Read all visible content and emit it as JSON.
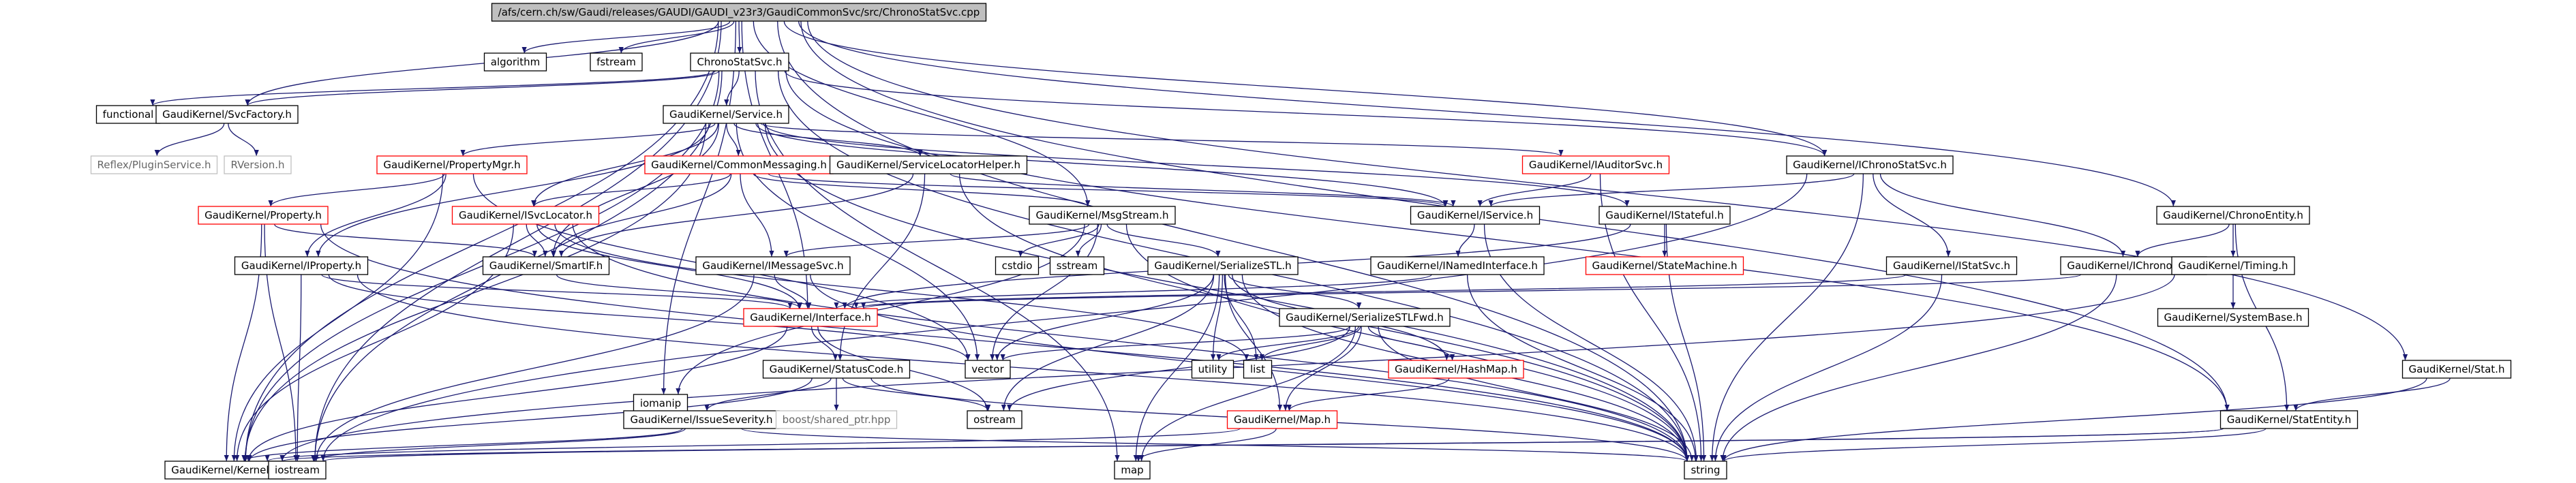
{
  "colors": {
    "background": "#ffffff",
    "edge": "#191970",
    "node_border": "#000000",
    "missing_node_border": "#bfbfbf",
    "red_link_border": "#ff0000",
    "root_fill": "#bfbfbf",
    "text": "#000000",
    "missing_text": "#666666"
  },
  "nodes": [
    {
      "id": "root",
      "label": "/afs/cern.ch/sw/Gaudi/releases/GAUDI/GAUDI_v23r3/GaudiCommonSvc/src/ChronoStatSvc.cpp",
      "style": "root"
    },
    {
      "id": "algorithm",
      "label": "algorithm",
      "style": "black"
    },
    {
      "id": "fstream",
      "label": "fstream",
      "style": "black"
    },
    {
      "id": "iomanip",
      "label": "iomanip",
      "style": "black"
    },
    {
      "id": "chronostatsvc_h",
      "label": "ChronoStatSvc.h",
      "style": "black"
    },
    {
      "id": "functional",
      "label": "functional",
      "style": "black"
    },
    {
      "id": "svcfactory",
      "label": "GaudiKernel/SvcFactory.h",
      "style": "black"
    },
    {
      "id": "reflex",
      "label": "Reflex/PluginService.h",
      "style": "missing"
    },
    {
      "id": "rversion",
      "label": "RVersion.h",
      "style": "missing"
    },
    {
      "id": "service_h",
      "label": "GaudiKernel/Service.h",
      "style": "black"
    },
    {
      "id": "propertymgr",
      "label": "GaudiKernel/PropertyMgr.h",
      "style": "red"
    },
    {
      "id": "commonmessaging",
      "label": "GaudiKernel/CommonMessaging.h",
      "style": "red"
    },
    {
      "id": "servicelocatorhelper",
      "label": "GaudiKernel/ServiceLocatorHelper.h",
      "style": "black"
    },
    {
      "id": "iauditorsvc",
      "label": "GaudiKernel/IAuditorSvc.h",
      "style": "red"
    },
    {
      "id": "ichronostatsvc",
      "label": "GaudiKernel/IChronoStatSvc.h",
      "style": "black"
    },
    {
      "id": "chronoentity",
      "label": "GaudiKernel/ChronoEntity.h",
      "style": "black"
    },
    {
      "id": "stat_h",
      "label": "GaudiKernel/Stat.h",
      "style": "black"
    },
    {
      "id": "property_h",
      "label": "GaudiKernel/Property.h",
      "style": "red"
    },
    {
      "id": "isvclocator",
      "label": "GaudiKernel/ISvcLocator.h",
      "style": "red"
    },
    {
      "id": "msgstream",
      "label": "GaudiKernel/MsgStream.h",
      "style": "black"
    },
    {
      "id": "iservice",
      "label": "GaudiKernel/IService.h",
      "style": "black"
    },
    {
      "id": "istateful",
      "label": "GaudiKernel/IStateful.h",
      "style": "black"
    },
    {
      "id": "iproperty",
      "label": "GaudiKernel/IProperty.h",
      "style": "black"
    },
    {
      "id": "smartif",
      "label": "GaudiKernel/SmartIF.h",
      "style": "black"
    },
    {
      "id": "messagesvc",
      "label": "GaudiKernel/IMessageSvc.h",
      "style": "black"
    },
    {
      "id": "cstdio",
      "label": "cstdio",
      "style": "black"
    },
    {
      "id": "sstream",
      "label": "sstream",
      "style": "black"
    },
    {
      "id": "serializestl",
      "label": "GaudiKernel/SerializeSTL.h",
      "style": "black"
    },
    {
      "id": "inamedinterface",
      "label": "GaudiKernel/INamedInterface.h",
      "style": "black"
    },
    {
      "id": "statemachine",
      "label": "GaudiKernel/StateMachine.h",
      "style": "red"
    },
    {
      "id": "istatsvc",
      "label": "GaudiKernel/IStatSvc.h",
      "style": "black"
    },
    {
      "id": "ichronosvc",
      "label": "GaudiKernel/IChronoSvc.h",
      "style": "black"
    },
    {
      "id": "timing",
      "label": "GaudiKernel/Timing.h",
      "style": "black"
    },
    {
      "id": "systembase",
      "label": "GaudiKernel/SystemBase.h",
      "style": "black"
    },
    {
      "id": "interface_h",
      "label": "GaudiKernel/Interface.h",
      "style": "red"
    },
    {
      "id": "serializestlfwd",
      "label": "GaudiKernel/SerializeSTLFwd.h",
      "style": "black"
    },
    {
      "id": "vector",
      "label": "vector",
      "style": "black"
    },
    {
      "id": "utility",
      "label": "utility",
      "style": "black"
    },
    {
      "id": "list",
      "label": "list",
      "style": "black"
    },
    {
      "id": "hashmap",
      "label": "GaudiKernel/HashMap.h",
      "style": "red"
    },
    {
      "id": "statuscode",
      "label": "GaudiKernel/StatusCode.h",
      "style": "black"
    },
    {
      "id": "issueseverity",
      "label": "GaudiKernel/IssueSeverity.h",
      "style": "black"
    },
    {
      "id": "boost_shared",
      "label": "boost/shared_ptr.hpp",
      "style": "missing"
    },
    {
      "id": "ostream",
      "label": "ostream",
      "style": "black"
    },
    {
      "id": "map_h",
      "label": "GaudiKernel/Map.h",
      "style": "red"
    },
    {
      "id": "kernel_h",
      "label": "GaudiKernel/Kernel.h",
      "style": "black"
    },
    {
      "id": "iostream",
      "label": "iostream",
      "style": "black"
    },
    {
      "id": "map",
      "label": "map",
      "style": "black"
    },
    {
      "id": "string",
      "label": "string",
      "style": "black"
    },
    {
      "id": "statentity",
      "label": "GaudiKernel/StatEntity.h",
      "style": "black"
    }
  ],
  "edges": [
    [
      "root",
      "algorithm"
    ],
    [
      "root",
      "fstream"
    ],
    [
      "root",
      "iomanip"
    ],
    [
      "root",
      "chronostatsvc_h"
    ],
    [
      "root",
      "svcfactory"
    ],
    [
      "root",
      "msgstream"
    ],
    [
      "root",
      "ichronostatsvc"
    ],
    [
      "root",
      "chronoentity"
    ],
    [
      "root",
      "stat_h"
    ],
    [
      "root",
      "statentity"
    ],
    [
      "root",
      "string"
    ],
    [
      "root",
      "kernel_h"
    ],
    [
      "root",
      "iostream"
    ],
    [
      "root",
      "interface_h"
    ],
    [
      "chronostatsvc_h",
      "functional"
    ],
    [
      "chronostatsvc_h",
      "svcfactory"
    ],
    [
      "chronostatsvc_h",
      "service_h"
    ],
    [
      "chronostatsvc_h",
      "ichronostatsvc"
    ],
    [
      "chronostatsvc_h",
      "kernel_h"
    ],
    [
      "chronostatsvc_h",
      "iostream"
    ],
    [
      "chronostatsvc_h",
      "map"
    ],
    [
      "chronostatsvc_h",
      "string"
    ],
    [
      "chronostatsvc_h",
      "statentity"
    ],
    [
      "svcfactory",
      "reflex"
    ],
    [
      "svcfactory",
      "rversion"
    ],
    [
      "service_h",
      "propertymgr"
    ],
    [
      "service_h",
      "commonmessaging"
    ],
    [
      "service_h",
      "servicelocatorhelper"
    ],
    [
      "service_h",
      "iauditorsvc"
    ],
    [
      "service_h",
      "iservice"
    ],
    [
      "service_h",
      "istateful"
    ],
    [
      "service_h",
      "iproperty"
    ],
    [
      "service_h",
      "smartif"
    ],
    [
      "service_h",
      "isvclocator"
    ],
    [
      "service_h",
      "vector"
    ],
    [
      "service_h",
      "string"
    ],
    [
      "service_h",
      "kernel_h"
    ],
    [
      "propertymgr",
      "property_h"
    ],
    [
      "propertymgr",
      "iproperty"
    ],
    [
      "propertymgr",
      "vector"
    ],
    [
      "propertymgr",
      "kernel_h"
    ],
    [
      "commonmessaging",
      "messagesvc"
    ],
    [
      "commonmessaging",
      "msgstream"
    ],
    [
      "commonmessaging",
      "smartif"
    ],
    [
      "commonmessaging",
      "isvclocator"
    ],
    [
      "commonmessaging",
      "iservice"
    ],
    [
      "servicelocatorhelper",
      "iservice"
    ],
    [
      "servicelocatorhelper",
      "smartif"
    ],
    [
      "servicelocatorhelper",
      "statuscode"
    ],
    [
      "servicelocatorhelper",
      "string"
    ],
    [
      "iauditorsvc",
      "iservice"
    ],
    [
      "iauditorsvc",
      "string"
    ],
    [
      "ichronostatsvc",
      "iservice"
    ],
    [
      "ichronostatsvc",
      "istatsvc"
    ],
    [
      "ichronostatsvc",
      "ichronosvc"
    ],
    [
      "ichronostatsvc",
      "string"
    ],
    [
      "ichronostatsvc",
      "iostream"
    ],
    [
      "chronoentity",
      "ichronosvc"
    ],
    [
      "chronoentity",
      "timing"
    ],
    [
      "chronoentity",
      "statentity"
    ],
    [
      "stat_h",
      "statentity"
    ],
    [
      "stat_h",
      "string"
    ],
    [
      "property_h",
      "smartif"
    ],
    [
      "property_h",
      "kernel_h"
    ],
    [
      "property_h",
      "iostream"
    ],
    [
      "property_h",
      "string"
    ],
    [
      "isvclocator",
      "smartif"
    ],
    [
      "isvclocator",
      "interface_h"
    ],
    [
      "isvclocator",
      "list"
    ],
    [
      "isvclocator",
      "string"
    ],
    [
      "isvclocator",
      "kernel_h"
    ],
    [
      "msgstream",
      "messagesvc"
    ],
    [
      "msgstream",
      "serializestl"
    ],
    [
      "msgstream",
      "cstdio"
    ],
    [
      "msgstream",
      "sstream"
    ],
    [
      "msgstream",
      "iomanip"
    ],
    [
      "msgstream",
      "string"
    ],
    [
      "msgstream",
      "vector"
    ],
    [
      "iservice",
      "inamedinterface"
    ],
    [
      "iservice",
      "string"
    ],
    [
      "istateful",
      "statemachine"
    ],
    [
      "istateful",
      "interface_h"
    ],
    [
      "istateful",
      "string"
    ],
    [
      "iproperty",
      "interface_h"
    ],
    [
      "iproperty",
      "vector"
    ],
    [
      "iproperty",
      "string"
    ],
    [
      "iproperty",
      "iostream"
    ],
    [
      "smartif",
      "interface_h"
    ],
    [
      "messagesvc",
      "interface_h"
    ],
    [
      "messagesvc",
      "string"
    ],
    [
      "messagesvc",
      "iostream"
    ],
    [
      "serializestl",
      "serializestlfwd"
    ],
    [
      "serializestl",
      "vector"
    ],
    [
      "serializestl",
      "utility"
    ],
    [
      "serializestl",
      "list"
    ],
    [
      "serializestl",
      "map_h"
    ],
    [
      "serializestl",
      "hashmap"
    ],
    [
      "serializestl",
      "ostream"
    ],
    [
      "serializestl",
      "string"
    ],
    [
      "serializestl",
      "map"
    ],
    [
      "inamedinterface",
      "interface_h"
    ],
    [
      "inamedinterface",
      "string"
    ],
    [
      "istatsvc",
      "interface_h"
    ],
    [
      "istatsvc",
      "string"
    ],
    [
      "ichronosvc",
      "interface_h"
    ],
    [
      "ichronosvc",
      "string"
    ],
    [
      "timing",
      "systembase"
    ],
    [
      "timing",
      "kernel_h"
    ],
    [
      "interface_h",
      "statuscode"
    ],
    [
      "interface_h",
      "kernel_h"
    ],
    [
      "interface_h",
      "ostream"
    ],
    [
      "serializestlfwd",
      "vector"
    ],
    [
      "serializestlfwd",
      "list"
    ],
    [
      "serializestlfwd",
      "utility"
    ],
    [
      "serializestlfwd",
      "map_h"
    ],
    [
      "serializestlfwd",
      "hashmap"
    ],
    [
      "serializestlfwd",
      "ostream"
    ],
    [
      "serializestlfwd",
      "string"
    ],
    [
      "serializestlfwd",
      "map"
    ],
    [
      "hashmap",
      "map_h"
    ],
    [
      "statuscode",
      "issueseverity"
    ],
    [
      "statuscode",
      "boost_shared"
    ],
    [
      "statuscode",
      "ostream"
    ],
    [
      "statuscode",
      "kernel_h"
    ],
    [
      "statuscode",
      "string"
    ],
    [
      "issueseverity",
      "kernel_h"
    ],
    [
      "issueseverity",
      "iostream"
    ],
    [
      "issueseverity",
      "string"
    ],
    [
      "map_h",
      "map"
    ],
    [
      "map_h",
      "kernel_h"
    ],
    [
      "statentity",
      "string"
    ],
    [
      "statentity",
      "iostream"
    ],
    [
      "statentity",
      "kernel_h"
    ]
  ]
}
